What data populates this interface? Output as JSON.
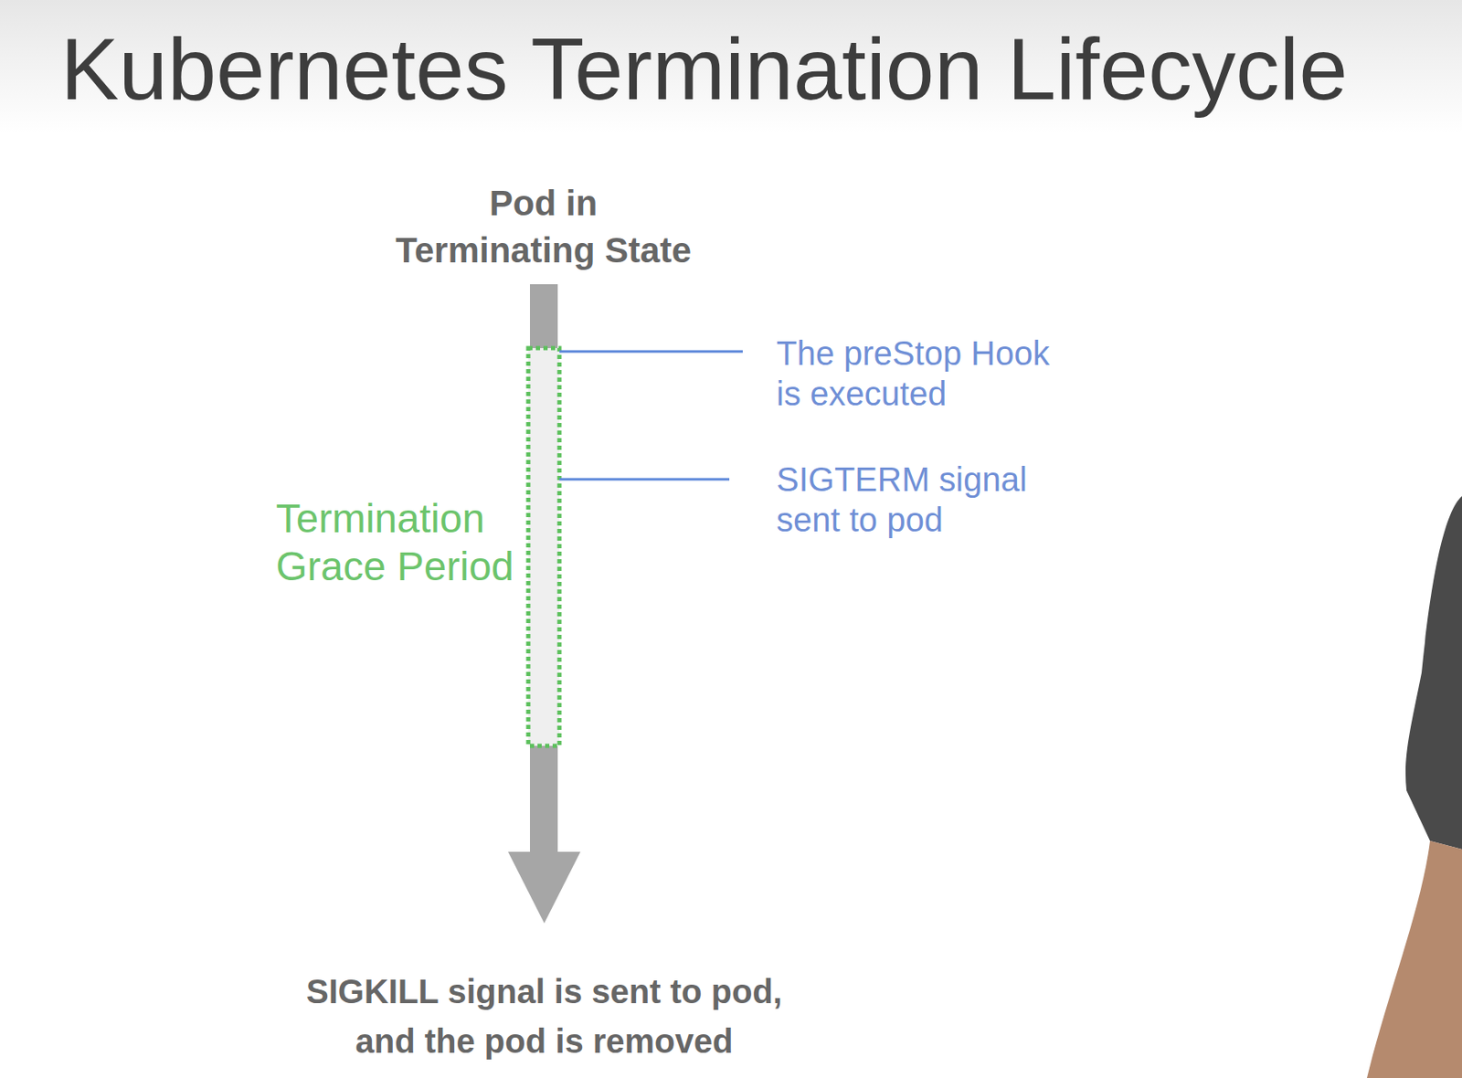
{
  "diagram": {
    "title": "Kubernetes Termination Lifecycle",
    "labels": [
      "Pod in Terminating State",
      "The preStop Hook is executed",
      "SIGTERM signal sent to pod",
      "Termination Grace Period",
      "SIGKILL signal is sent to pod, and the pod is removed"
    ]
  }
}
